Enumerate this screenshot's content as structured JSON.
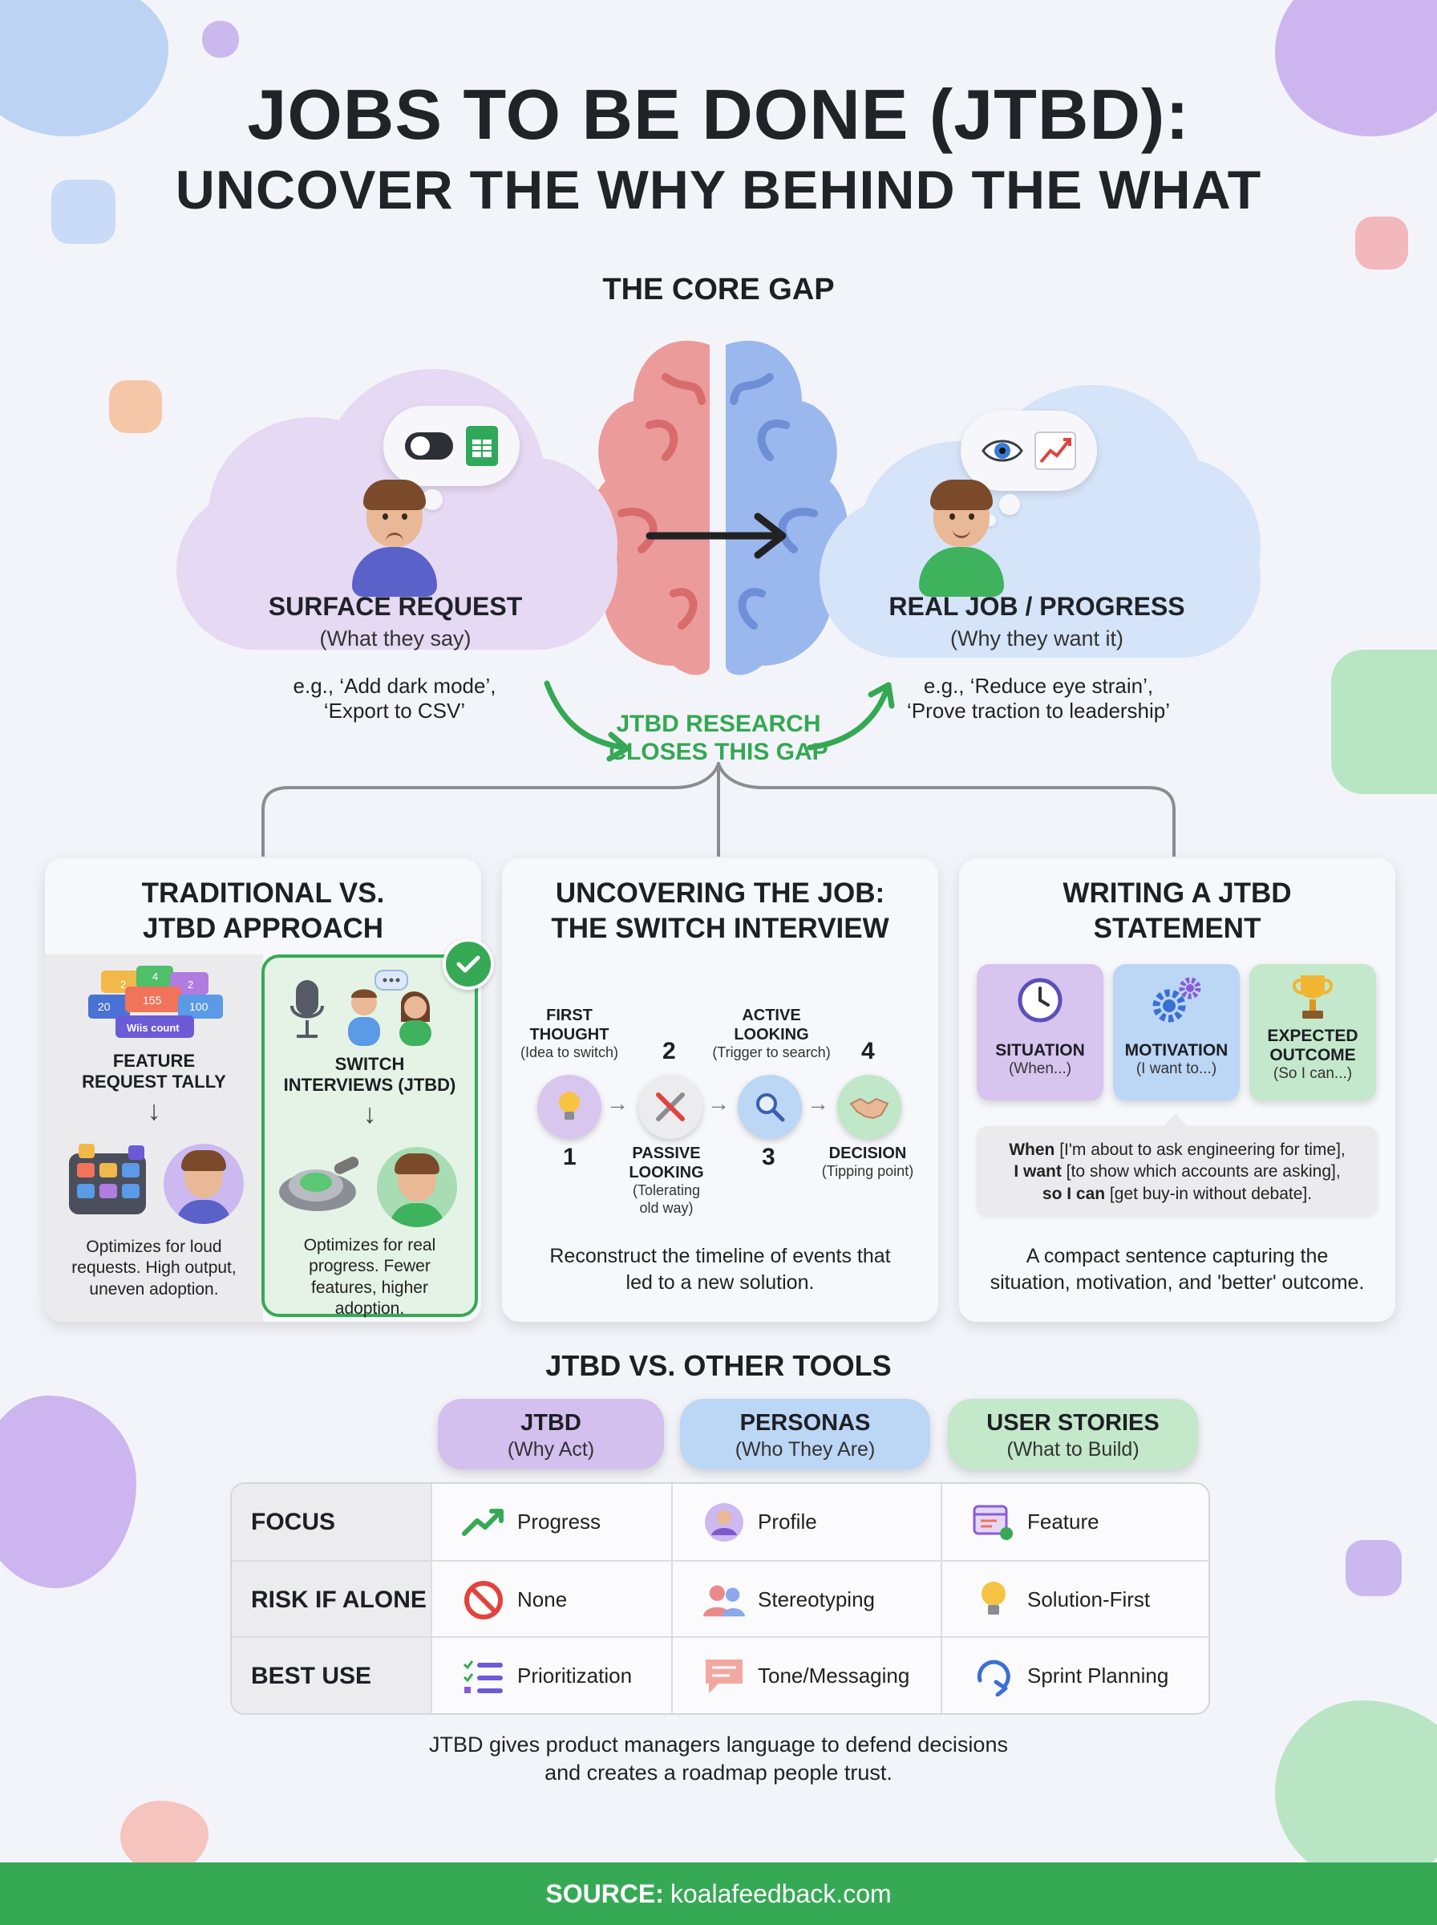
{
  "title": {
    "line1": "JOBS TO BE DONE (JTBD):",
    "line2": "UNCOVER THE WHY BEHIND THE WHAT"
  },
  "core_gap": {
    "heading": "THE CORE GAP",
    "surface": {
      "title": "SURFACE REQUEST",
      "subtitle": "(What they say)",
      "example_line1": "e.g., ‘Add dark mode’,",
      "example_line2": "‘Export to CSV’"
    },
    "real": {
      "title": "REAL JOB / PROGRESS",
      "subtitle": "(Why they want it)",
      "example_line1": "e.g., ‘Reduce eye strain’,",
      "example_line2": "‘Prove traction to leadership’"
    },
    "gap_label_line1": "JTBD RESEARCH",
    "gap_label_line2": "CLOSES THIS GAP"
  },
  "cards": {
    "traditional": {
      "title_line1": "TRADITIONAL VS.",
      "title_line2": "JTBD APPROACH",
      "left": {
        "tally_numbers": [
          "2",
          "4",
          "2",
          "20",
          "155",
          "100"
        ],
        "tally_label": "Wiis count",
        "title_line1": "FEATURE",
        "title_line2": "REQUEST TALLY",
        "desc_line1": "Optimizes for loud",
        "desc_line2": "requests. High output,",
        "desc_line3": "uneven adoption."
      },
      "right": {
        "title_line1": "SWITCH",
        "title_line2": "INTERVIEWS (JTBD)",
        "desc_line1": "Optimizes for real",
        "desc_line2": "progress. Fewer",
        "desc_line3": "features, higher",
        "desc_line4": "adoption."
      }
    },
    "switch": {
      "title_line1": "UNCOVERING THE JOB:",
      "title_line2": "THE SWITCH INTERVIEW",
      "steps": [
        {
          "num": "1",
          "name_line1": "FIRST",
          "name_line2": "THOUGHT",
          "sub_line1": "(Idea to switch)"
        },
        {
          "num": "2",
          "name_line1": "PASSIVE",
          "name_line2": "LOOKING",
          "sub_line1": "(Tolerating",
          "sub_line2": "old way)"
        },
        {
          "num": "3",
          "name_line1": "ACTIVE",
          "name_line2": "LOOKING",
          "sub_line1": "(Trigger to search)"
        },
        {
          "num": "4",
          "name_line1": "DECISION",
          "sub_line1": "(Tipping point)"
        }
      ],
      "foot_line1": "Reconstruct the timeline of events that",
      "foot_line2": "led to a new solution."
    },
    "statement": {
      "title_line1": "WRITING A JTBD",
      "title_line2": "STATEMENT",
      "tiles": [
        {
          "title": "SITUATION",
          "sub": "(When...)",
          "color": "#d7c4ef"
        },
        {
          "title": "MOTIVATION",
          "sub": "(I want to...)",
          "color": "#bcd6f5"
        },
        {
          "title_line1": "EXPECTED",
          "title_line2": "OUTCOME",
          "sub": "(So I can...)",
          "color": "#c4e8cb"
        }
      ],
      "example": {
        "when_kw": "When",
        "when_text": " [I'm about to ask engineering for time],",
        "want_kw": "I want",
        "want_text": " [to show which accounts are asking],",
        "can_kw": "so I can",
        "can_text": " [get buy-in without debate]."
      },
      "foot_line1": "A compact sentence capturing the",
      "foot_line2": "situation, motivation, and 'better' outcome."
    }
  },
  "comparison": {
    "heading": "JTBD VS. OTHER TOOLS",
    "columns": [
      {
        "name": "JTBD",
        "sub": "(Why Act)",
        "color": "#d3c0ee"
      },
      {
        "name": "PERSONAS",
        "sub": "(Who They Are)",
        "color": "#bcd6f5"
      },
      {
        "name": "USER STORIES",
        "sub": "(What to Build)",
        "color": "#c3e8ca"
      }
    ],
    "rows": [
      {
        "label": "FOCUS",
        "cells": [
          {
            "text": "Progress",
            "icon": "trend-up-icon"
          },
          {
            "text": "Profile",
            "icon": "profile-icon"
          },
          {
            "text": "Feature",
            "icon": "feature-window-icon"
          }
        ]
      },
      {
        "label": "RISK IF ALONE",
        "cells": [
          {
            "text": "None",
            "icon": "prohibited-icon"
          },
          {
            "text": "Stereotyping",
            "icon": "people-icon"
          },
          {
            "text": "Solution-First",
            "icon": "lightbulb-icon"
          }
        ]
      },
      {
        "label": "BEST USE",
        "cells": [
          {
            "text": "Prioritization",
            "icon": "checklist-icon"
          },
          {
            "text": "Tone/Messaging",
            "icon": "speech-bubble-icon"
          },
          {
            "text": "Sprint Planning",
            "icon": "cycle-icon"
          }
        ]
      }
    ]
  },
  "footnote": {
    "line1": "JTBD gives product managers language to defend decisions",
    "line2": "and creates a roadmap people trust."
  },
  "source": {
    "label": "SOURCE:",
    "value": "koalafeedback.com"
  },
  "colors": {
    "accent_green": "#36a955",
    "lavender": "#d7c4ef",
    "sky": "#bcd6f5",
    "mint": "#c4e8cb",
    "brain_red": "#ec9b9b",
    "brain_blue": "#9ab8ee"
  }
}
